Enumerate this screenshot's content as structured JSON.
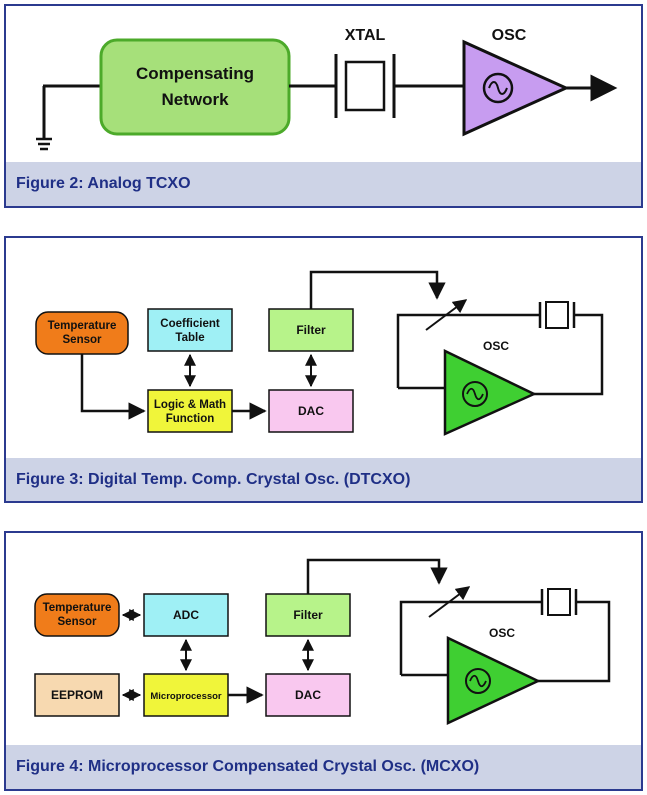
{
  "figure2": {
    "caption": "Figure 2: Analog TCXO",
    "compensating_line1": "Compensating",
    "compensating_line2": "Network",
    "xtal_label": "XTAL",
    "osc_label": "OSC"
  },
  "figure3": {
    "caption": "Figure 3: Digital Temp. Comp. Crystal Osc. (DTCXO)",
    "temp_line1": "Temperature",
    "temp_line2": "Sensor",
    "coef_line1": "Coefficient",
    "coef_line2": "Table",
    "logic_line1": "Logic & Math",
    "logic_line2": "Function",
    "filter": "Filter",
    "dac": "DAC",
    "osc_label": "OSC"
  },
  "figure4": {
    "caption": "Figure 4: Microprocessor Compensated Crystal Osc. (MCXO)",
    "temp_line1": "Temperature",
    "temp_line2": "Sensor",
    "adc": "ADC",
    "filter": "Filter",
    "eeprom": "EEPROM",
    "micro": "Microprocessor",
    "dac": "DAC",
    "osc_label": "OSC"
  },
  "colors": {
    "border": "#2b3a8f",
    "caption_bg": "#cdd3e6",
    "caption_text": "#1f2f86",
    "green_box": "#a6e07a",
    "purple_amp": "#c79cf0",
    "orange_sensor": "#f07c1a",
    "cyan_box": "#9ff0f5",
    "yellow_box": "#f0f53a",
    "light_green_box": "#b7f38a",
    "pink_box": "#f9c8ef",
    "peach_box": "#f7d9b0",
    "green_amp": "#3fcf32"
  }
}
